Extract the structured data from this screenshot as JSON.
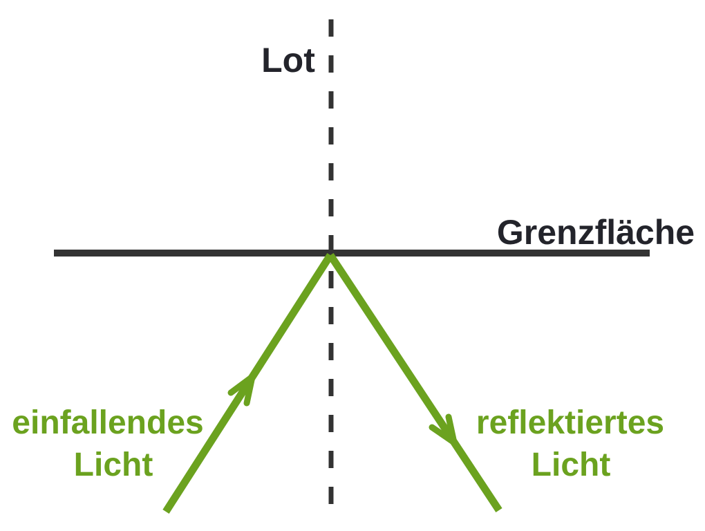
{
  "diagram": {
    "labels": {
      "normal": "Lot",
      "boundary": "Grenzfläche",
      "incident_line1": "einfallendes",
      "incident_line2": "Licht",
      "reflected_line1": "reflektiertes",
      "reflected_line2": "Licht"
    },
    "colors": {
      "ray_green": "#6ba21f",
      "line_dark": "#333333",
      "text_dark": "#23242b",
      "background": "#ffffff"
    }
  }
}
